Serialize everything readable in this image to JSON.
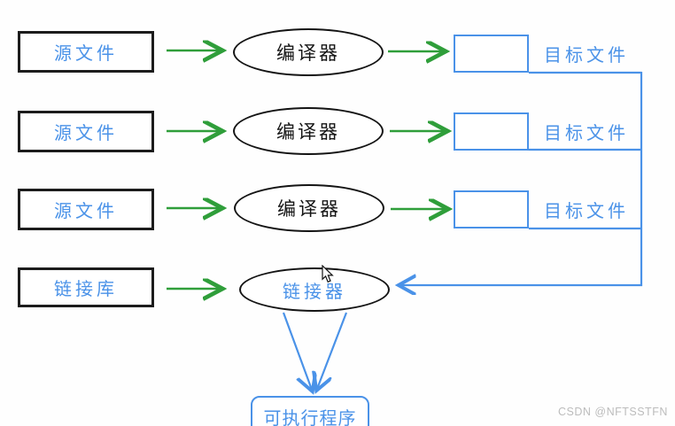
{
  "diagram": {
    "rows": [
      {
        "source_label": "源文件",
        "process_label": "编译器",
        "output_label": "目标文件"
      },
      {
        "source_label": "源文件",
        "process_label": "编译器",
        "output_label": "目标文件"
      },
      {
        "source_label": "源文件",
        "process_label": "编译器",
        "output_label": "目标文件"
      }
    ],
    "linker": {
      "source_label": "链接库",
      "process_label": "链接器"
    },
    "executable_label": "可执行程序"
  },
  "icons": {
    "cursor": "arrow-pointer"
  },
  "colors": {
    "blue": "#4a92e8",
    "green": "#2f9e3a",
    "black_border": "#1c1c1c",
    "watermark_gray": "#bcbcbc"
  },
  "watermark": "CSDN @NFTSSTFN"
}
